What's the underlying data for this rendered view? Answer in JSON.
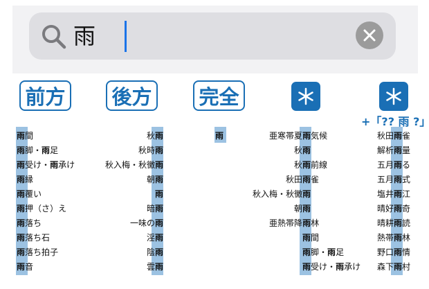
{
  "search": {
    "query": "雨"
  },
  "modes": {
    "prefix": "前方",
    "suffix": "後方",
    "exact": "完全",
    "wildcard_note": "+「?? 雨 ?」"
  },
  "colors": {
    "accent": "#1a6fb5",
    "highlight": "#9cc2e2"
  },
  "icons": [
    "search-icon",
    "clear-icon",
    "asterisk-icon"
  ],
  "lists": {
    "prefix": [
      "雨間",
      "雨脚・雨足",
      "雨受け・雨承け",
      "雨縁",
      "雨覆い",
      "雨押（さ）え",
      "雨落ち",
      "雨落ち石",
      "雨落ち拍子",
      "雨音"
    ],
    "suffix": [
      "秋雨",
      "秋時雨",
      "秋入梅・秋黴雨",
      "朝雨",
      "雨",
      "暗雨",
      "一味の雨",
      "淫雨",
      "陰雨",
      "雲雨"
    ],
    "exact": [
      "雨"
    ],
    "contains": [
      "亜寒帯夏雨気候",
      "秋雨",
      "秋雨前線",
      "秋田雨雀",
      "秋入梅・秋黴雨",
      "朝雨",
      "亜熱帯降雨林",
      "雨間",
      "雨脚・雨足",
      "雨受け・雨承け"
    ],
    "pattern": [
      "秋田雨雀",
      "解析雨量",
      "五月雨る",
      "五月雨式",
      "塩井雨江",
      "晴好雨奇",
      "晴耕雨読",
      "熱帯雨林",
      "野口雨情",
      "森下雨村"
    ]
  }
}
